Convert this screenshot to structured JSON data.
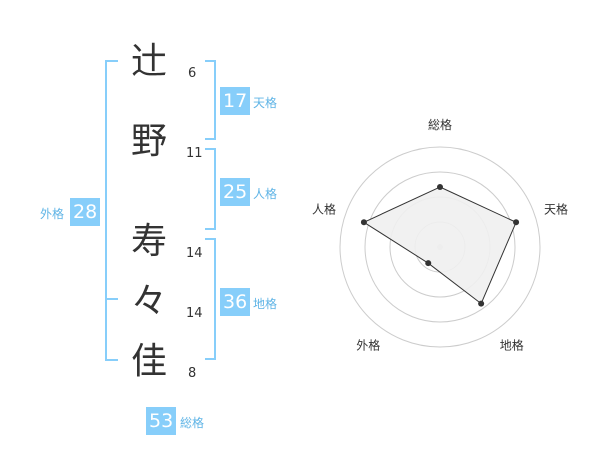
{
  "name_chars": [
    {
      "char": "辻",
      "strokes": "6"
    },
    {
      "char": "野",
      "strokes": "11"
    },
    {
      "char": "寿",
      "strokes": "14"
    },
    {
      "char": "々",
      "strokes": "14"
    },
    {
      "char": "佳",
      "strokes": "8"
    }
  ],
  "fortune": {
    "tenkaku": {
      "label": "天格",
      "value": "17"
    },
    "jinkaku": {
      "label": "人格",
      "value": "25"
    },
    "chikaku": {
      "label": "地格",
      "value": "36"
    },
    "gaikaku": {
      "label": "外格",
      "value": "28"
    },
    "soukaku": {
      "label": "総格",
      "value": "53"
    }
  },
  "colors": {
    "accent": "#87cefa",
    "text": "#333333"
  },
  "chart_data": {
    "type": "radar",
    "axes": [
      "総格",
      "天格",
      "地格",
      "外格",
      "人格"
    ],
    "values": [
      3,
      4,
      3.5,
      1,
      4
    ],
    "range": [
      0,
      5
    ],
    "rings": 4,
    "grid": true,
    "legend": "none"
  }
}
